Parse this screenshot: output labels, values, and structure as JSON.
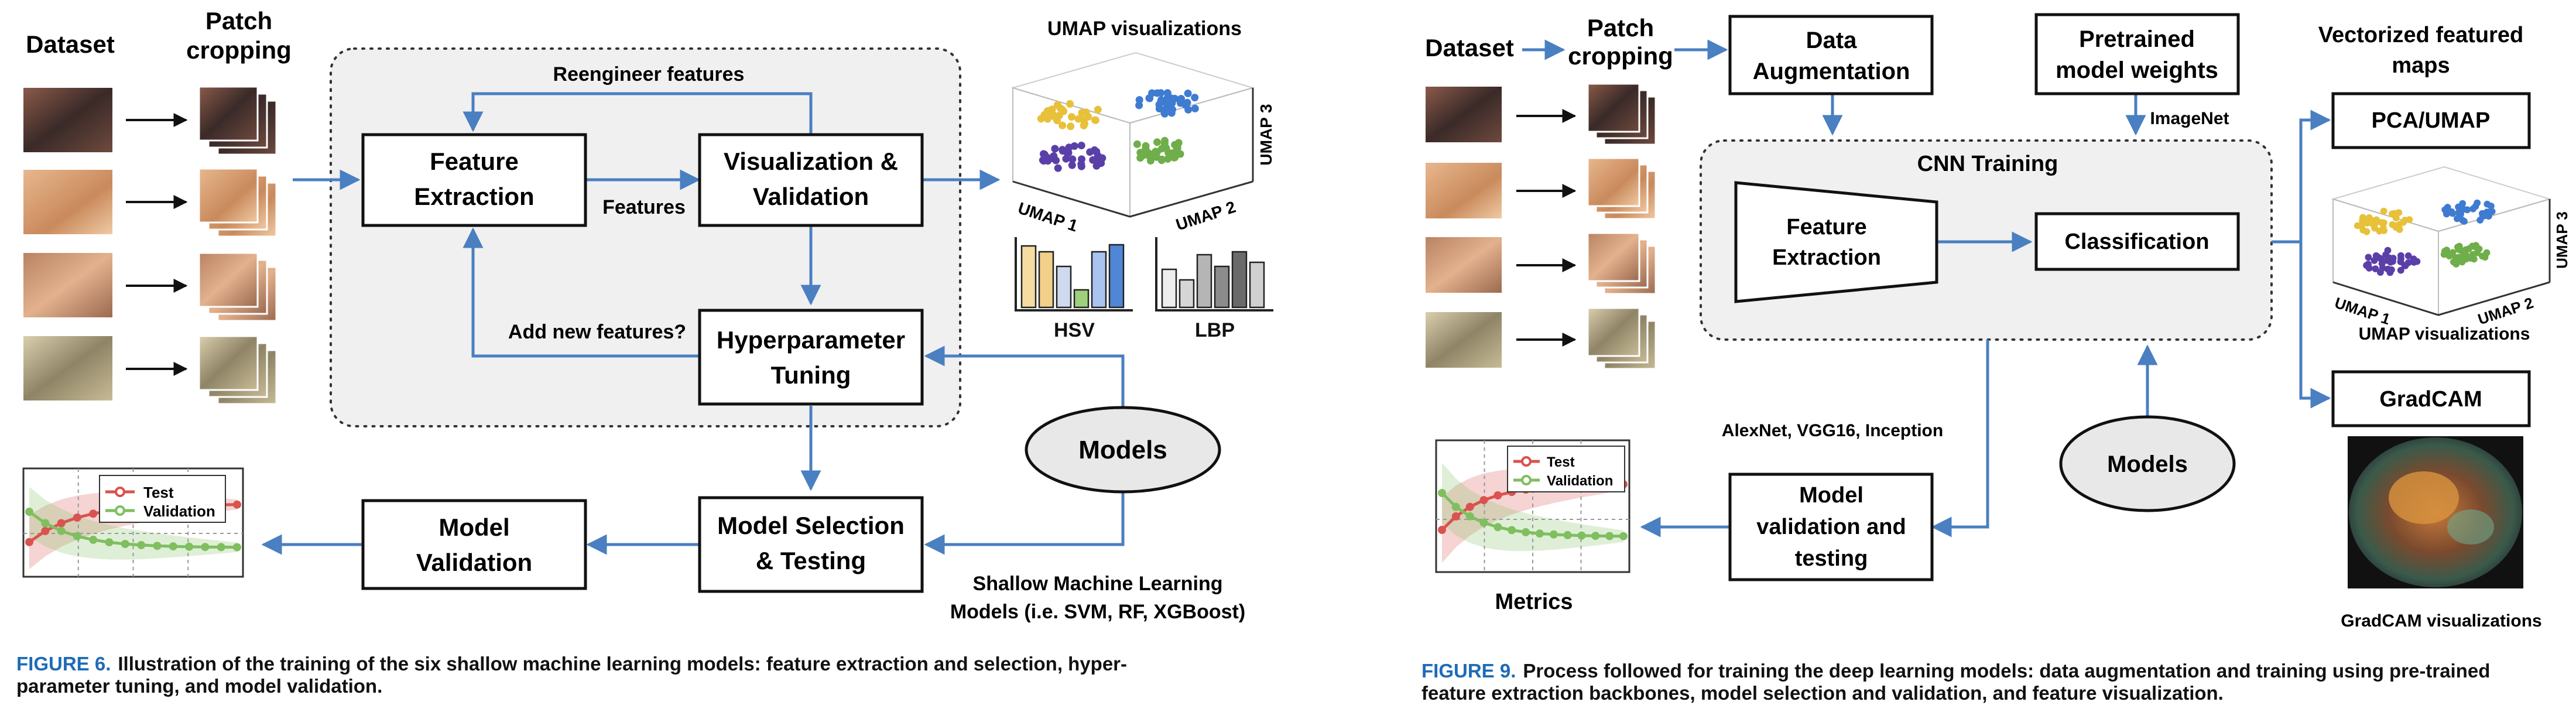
{
  "fig6": {
    "dataset_label": "Dataset",
    "patch_label_line1": "Patch",
    "patch_label_line2": "cropping",
    "reengineer_label": "Reengineer features",
    "feature_extraction_line1": "Feature",
    "feature_extraction_line2": "Extraction",
    "features_label": "Features",
    "visualization_line1": "Visualization &",
    "visualization_line2": "Validation",
    "umap_title": "UMAP visualizations",
    "umap_axis1": "UMAP 1",
    "umap_axis2": "UMAP 2",
    "umap_axis3": "UMAP 3",
    "hsv_label": "HSV",
    "lbp_label": "LBP",
    "add_features_label": "Add new features?",
    "hyperparam_line1": "Hyperparameter",
    "hyperparam_line2": "Tuning",
    "models_label": "Models",
    "legend_test": "Test",
    "legend_validation": "Validation",
    "model_validation_line1": "Model",
    "model_validation_line2": "Validation",
    "model_selection_line1": "Model Selection",
    "model_selection_line2": "& Testing",
    "shallow_line1": "Shallow Machine Learning",
    "shallow_line2": "Models (i.e. SVM, RF, XGBoost)",
    "caption_label": "FIGURE 6.",
    "caption_text": "Illustration of the training of the six shallow machine learning models: feature extraction and selection, hyper-parameter tuning, and model validation."
  },
  "fig9": {
    "dataset_label": "Dataset",
    "patch_label_line1": "Patch",
    "patch_label_line2": "cropping",
    "data_aug_line1": "Data",
    "data_aug_line2": "Augmentation",
    "pretrained_line1": "Pretrained",
    "pretrained_line2": "model weights",
    "imagenet_label": "ImageNet",
    "vectorized_line1": "Vectorized featured",
    "vectorized_line2": "maps",
    "cnn_training_label": "CNN Training",
    "feature_extraction_line1": "Feature",
    "feature_extraction_line2": "Extraction",
    "classification_label": "Classification",
    "pca_umap_label": "PCA/UMAP",
    "umap_axis1": "UMAP 1",
    "umap_axis2": "UMAP 2",
    "umap_axis3": "UMAP 3",
    "umap_vis_label": "UMAP visualizations",
    "backbones_label": "AlexNet, VGG16, Inception",
    "models_label": "Models",
    "gradcam_label": "GradCAM",
    "gradcam_vis_label": "GradCAM visualizations",
    "legend_test": "Test",
    "legend_validation": "Validation",
    "metrics_label": "Metrics",
    "model_val_line1": "Model",
    "model_val_line2": "validation and",
    "model_val_line3": "testing",
    "caption_label": "FIGURE 9.",
    "caption_text": "Process followed for training the deep learning models: data augmentation and training using pre-trained feature extraction backbones, model selection and validation, and feature visualization."
  },
  "colors": {
    "arrow_blue": "#4a7fc1",
    "caption_blue": "#1f6bb5",
    "test_red": "#d9534f",
    "validation_green": "#7fbf5f",
    "cluster_yellow": "#e8c13a",
    "cluster_blue": "#3f7bd1",
    "cluster_purple": "#5b3fa8",
    "cluster_green": "#6fae4a"
  }
}
